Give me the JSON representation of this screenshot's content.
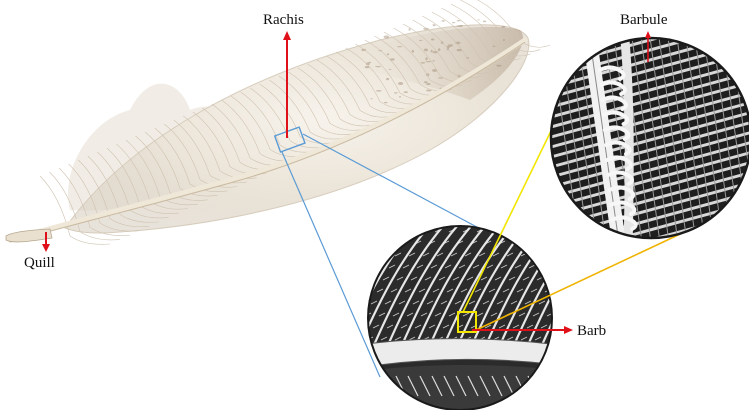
{
  "labels": {
    "rachis": "Rachis",
    "quill": "Quill",
    "barbule": "Barbule",
    "barb": "Barb"
  },
  "colors": {
    "arrow": "#e0101a",
    "zoom_small": "#5b9bd5",
    "zoom_large": "#f2e600",
    "zoom_large_alt": "#f0b400",
    "feather": "#ece6dc",
    "feather_shade": "#b8a48c",
    "rachis_shaft": "#f6f1e6"
  },
  "icons": {
    "feather": "feather-illustration",
    "magnifier_small": "barb-magnification-circle",
    "magnifier_large": "barbule-magnification-circle"
  }
}
